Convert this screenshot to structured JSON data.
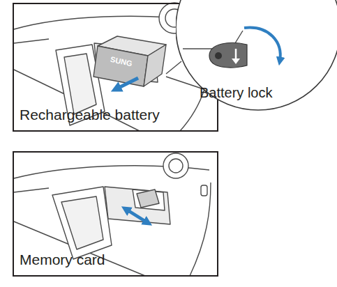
{
  "diagram": {
    "nodes": [
      {
        "text": [
          "Rechargeable battery"
        ]
      },
      {
        "text": [
          "Battery lock"
        ]
      },
      {
        "text": [
          "Memory card"
        ]
      }
    ],
    "labels": [
      "SUNG"
    ]
  }
}
